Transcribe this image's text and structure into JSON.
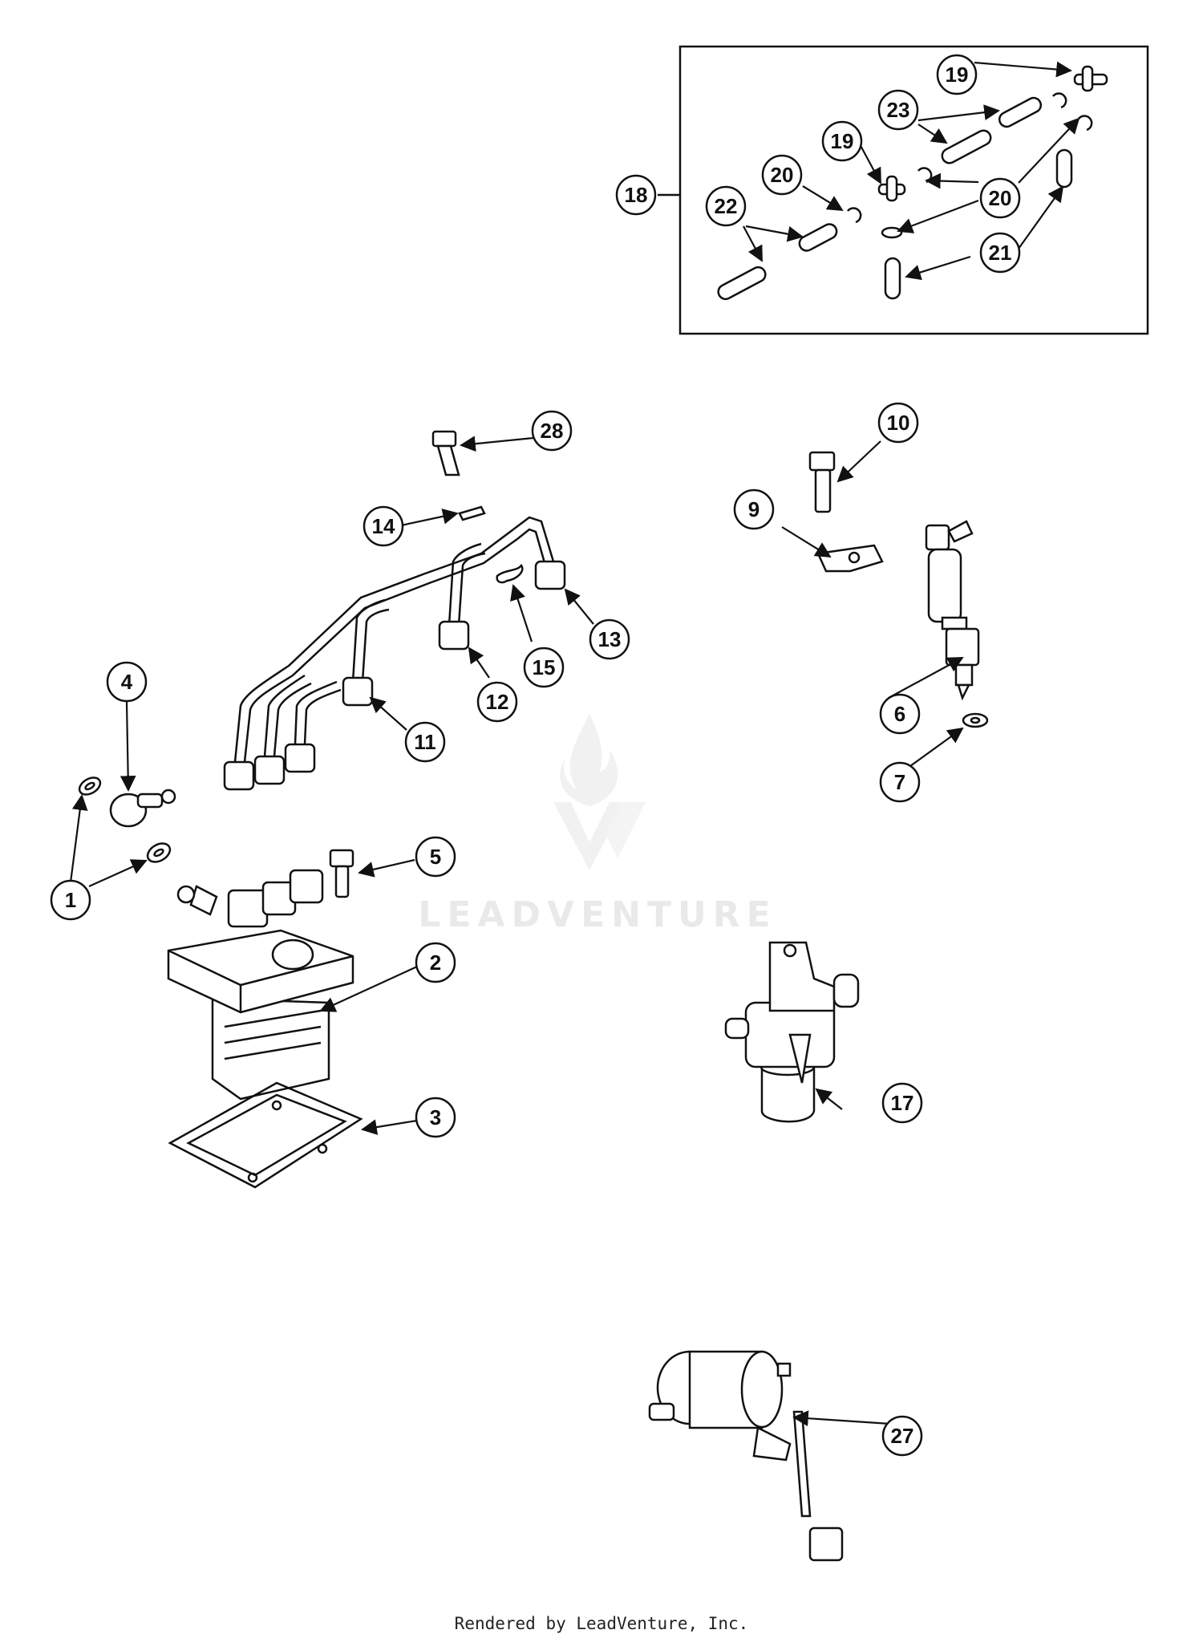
{
  "callouts": [
    {
      "n": "1"
    },
    {
      "n": "1"
    },
    {
      "n": "2"
    },
    {
      "n": "3"
    },
    {
      "n": "4"
    },
    {
      "n": "5"
    },
    {
      "n": "6"
    },
    {
      "n": "7"
    },
    {
      "n": "9"
    },
    {
      "n": "10"
    },
    {
      "n": "11"
    },
    {
      "n": "12"
    },
    {
      "n": "13"
    },
    {
      "n": "14"
    },
    {
      "n": "15"
    },
    {
      "n": "17"
    },
    {
      "n": "18"
    },
    {
      "n": "19"
    },
    {
      "n": "19"
    },
    {
      "n": "20"
    },
    {
      "n": "20"
    },
    {
      "n": "20"
    },
    {
      "n": "21"
    },
    {
      "n": "22"
    },
    {
      "n": "23"
    },
    {
      "n": "27"
    },
    {
      "n": "28"
    }
  ],
  "watermark": {
    "brand": "LEADVENTURE"
  },
  "footer": {
    "text": "Rendered by LeadVenture, Inc."
  }
}
